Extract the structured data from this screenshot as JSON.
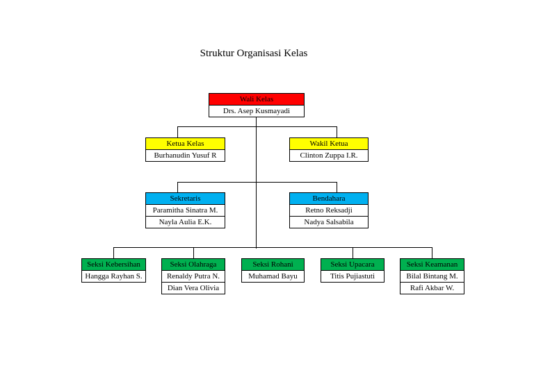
{
  "title": "Struktur Organisasi Kelas",
  "colors": {
    "wali": "#ff0000",
    "ketua": "#ffff00",
    "sekretaris": "#00b0f0",
    "seksi": "#00b050"
  },
  "wali": {
    "role": "Wali Kelas",
    "names": [
      "Drs. Asep Kusmayadi"
    ]
  },
  "ketua": {
    "role": "Ketua Kelas",
    "names": [
      "Burhanudin Yusuf R"
    ]
  },
  "wakil": {
    "role": "Wakil Ketua",
    "names": [
      "Clinton Zuppa I.R."
    ]
  },
  "sekretaris": {
    "role": "Sekretaris",
    "names": [
      "Paramitha Sinatra M.",
      "Nayla Aulia E.K."
    ]
  },
  "bendahara": {
    "role": "Bendahara",
    "names": [
      "Retno Reksadji",
      "Nadya Salsabila"
    ]
  },
  "seksi": [
    {
      "role": "Seksi Kebersihan",
      "names": [
        "Hangga Rayhan S."
      ]
    },
    {
      "role": "Seksi Olahraga",
      "names": [
        "Renaldy Putra N.",
        "Dian Vera Olivia"
      ]
    },
    {
      "role": "Seksi Rohani",
      "names": [
        "Muhamad Bayu"
      ]
    },
    {
      "role": "Seksi Upacara",
      "names": [
        "Titis Pujiastuti"
      ]
    },
    {
      "role": "Seksi Keamanan",
      "names": [
        "Bilal Bintang M.",
        "Rafi Akbar W."
      ]
    }
  ]
}
